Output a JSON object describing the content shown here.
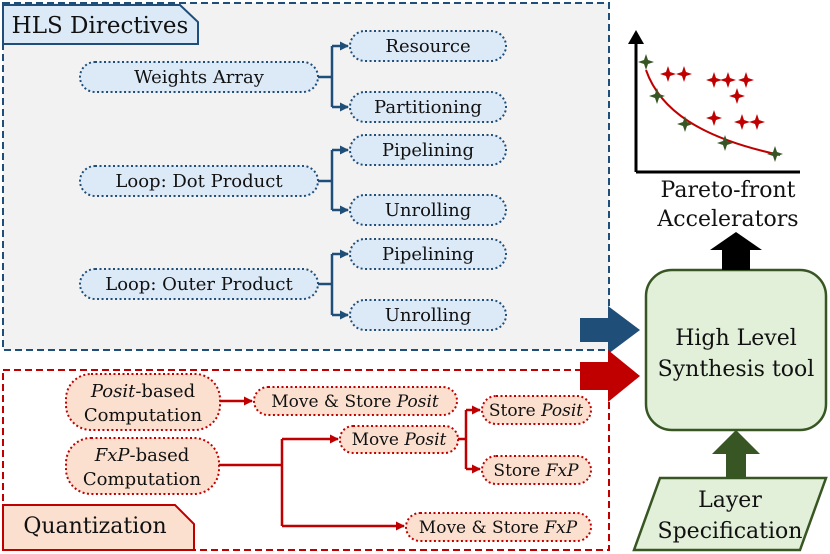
{
  "hls": {
    "title": "HLS Directives",
    "weights": {
      "label": "Weights Array",
      "opt1": "Resource",
      "opt2": "Partitioning"
    },
    "dot": {
      "label": "Loop: Dot Product",
      "opt1": "Pipelining",
      "opt2": "Unrolling"
    },
    "outer": {
      "label": "Loop: Outer Product",
      "opt1": "Pipelining",
      "opt2": "Unrolling"
    }
  },
  "quant": {
    "title": "Quantization",
    "posit_comp": {
      "line1_italic": "Posit",
      "line1_rest": "-based",
      "line2": "Computation"
    },
    "fxp_comp": {
      "line1_italic": "FxP",
      "line1_rest": "-based",
      "line2": "Computation"
    },
    "move_store_posit": {
      "text": "Move & Store ",
      "italic": "Posit"
    },
    "move_posit": {
      "text": "Move ",
      "italic": "Posit"
    },
    "store_posit": {
      "text": "Store ",
      "italic": "Posit"
    },
    "store_fxp": {
      "text": "Store ",
      "italic": "FxP"
    },
    "move_store_fxp": {
      "text": "Move & Store ",
      "italic": "FxP"
    }
  },
  "hls_tool": {
    "line1": "High Level",
    "line2": "Synthesis tool"
  },
  "layer_spec": {
    "line1": "Layer",
    "line2": "Specification"
  },
  "pareto": {
    "line1": "Pareto-front",
    "line2": "Accelerators"
  },
  "colors": {
    "blue": "#1f4e79",
    "pill_blue": "#dce9f7",
    "red": "#c00000",
    "pill_red": "#fbe0d0",
    "green": "#375623",
    "green_fill": "#e2efd9",
    "panel_gray": "#f2f2f2"
  },
  "icons": {
    "point_marker": "four-point-star-icon",
    "arrow": "block-arrow-icon"
  }
}
